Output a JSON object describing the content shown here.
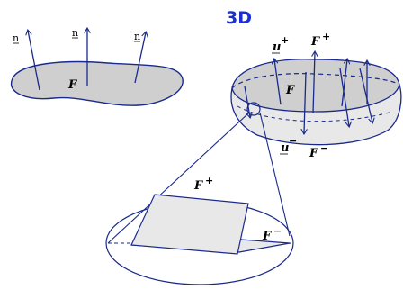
{
  "title": "3D",
  "left": {
    "normal_labels": [
      "n",
      "n",
      "n"
    ],
    "surface_label": "F"
  },
  "right": {
    "u_plus": "u",
    "u_plus_sup": "+",
    "F_plus": "F",
    "F_plus_sup": "+",
    "surface_label": "F",
    "u_minus": "u",
    "u_minus_sup": "−",
    "F_minus": "F",
    "F_minus_sup": "−"
  },
  "zoom": {
    "F_plus": "F",
    "F_plus_sup": "+",
    "F_minus": "F",
    "F_minus_sup": "−"
  },
  "colors": {
    "title": "#1a2fd6",
    "outline": "#1a2a8c",
    "fill_dark": "#cfcfcf",
    "fill_light": "#e8e8e8"
  }
}
